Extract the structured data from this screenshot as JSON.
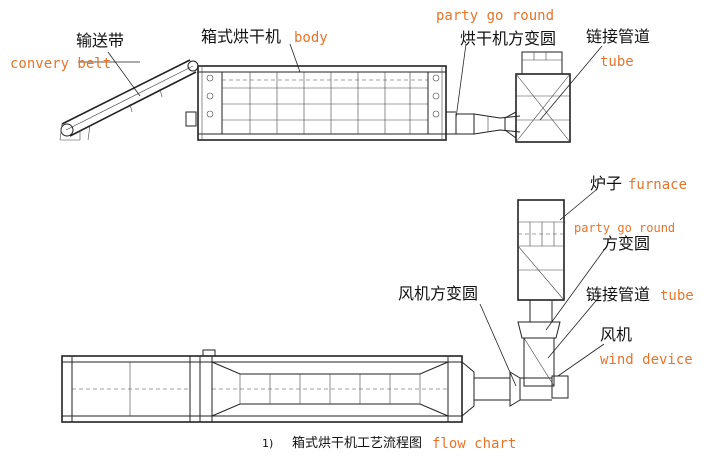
{
  "labels": {
    "conveyor_cn": "输送带",
    "conveyor_en": "convery belt",
    "body_cn": "箱式烘干机",
    "body_en": "body",
    "party_top_en": "party go round",
    "party_top_cn": "烘干机方变圆",
    "tube_top_cn": "链接管道",
    "tube_top_en": "tube",
    "furnace_cn": "炉子",
    "furnace_en": "furnace",
    "party_bottom_en": "party go round",
    "square_round_cn": "方变圆",
    "fan_square_round_cn": "风机方变圆",
    "tube_bottom_cn": "链接管道",
    "tube_bottom_en": "tube",
    "fan_cn": "风机",
    "fan_en": "wind device"
  },
  "caption": {
    "number": "1)",
    "cn": "箱式烘干机工艺流程图",
    "en": "flow chart"
  },
  "colors": {
    "english_label": "#e8742a",
    "line": "#222222"
  }
}
